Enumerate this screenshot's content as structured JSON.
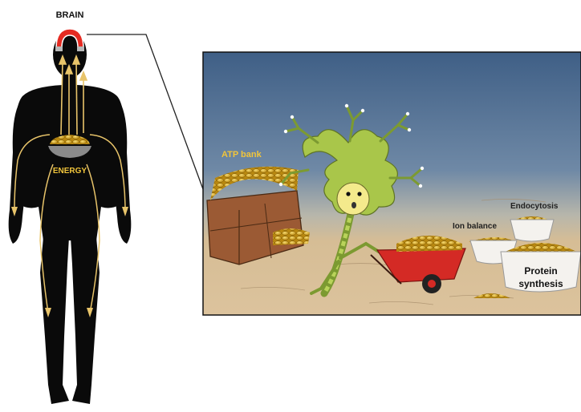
{
  "labels": {
    "brain": "BRAIN",
    "energy": "ENERGY",
    "atp_bank": "ATP bank",
    "ion_balance": "Ion balance",
    "endocytosis": "Endocytosis",
    "protein_synthesis_line1": "Protein",
    "protein_synthesis_line2": "synthesis"
  },
  "colors": {
    "body": "#0a0a0a",
    "arrow": "#e8c46a",
    "magnet_red": "#e52b22",
    "gold": "#d9a521",
    "sky": "#4f6e91",
    "sand": "#d8bd94",
    "neuron": "#a9c64a",
    "wheelbarrow": "#d42a25",
    "chest": "#9b5a34",
    "label_yellow": "#f1c53b"
  }
}
